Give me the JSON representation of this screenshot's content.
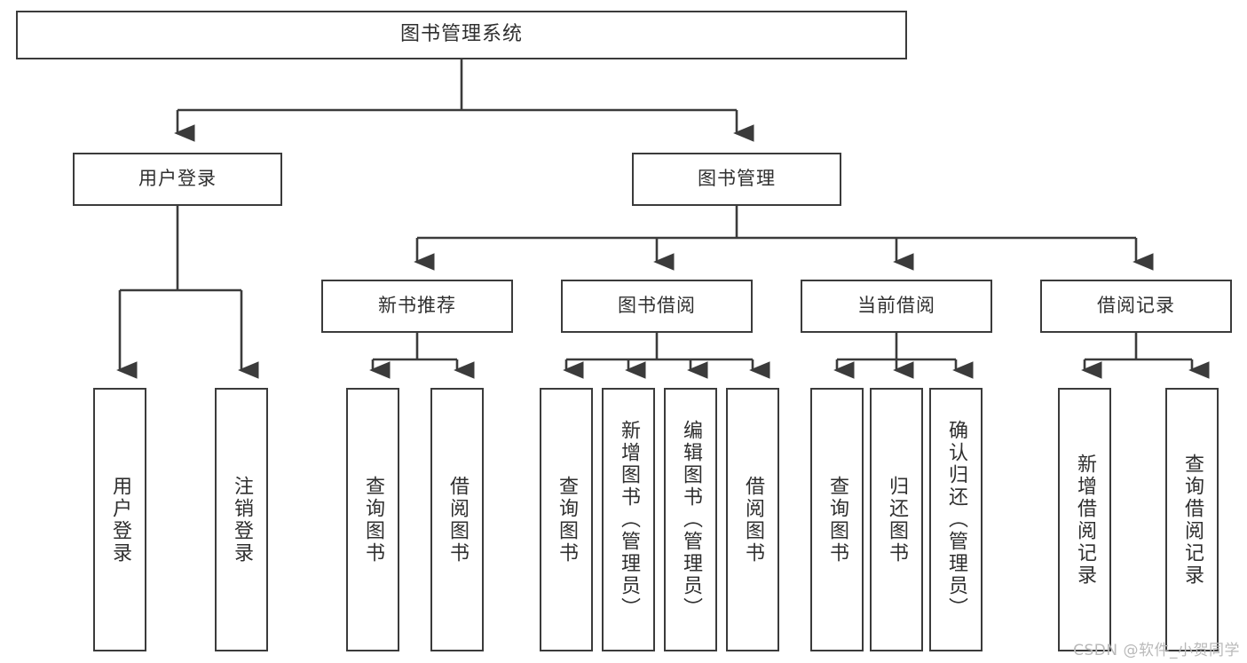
{
  "diagram": {
    "title": "图书管理系统",
    "type": "tree",
    "orientation": "top-down",
    "line_color": "#3b3b3b",
    "text_color": "#2f2f2f",
    "background": "#ffffff",
    "watermark": "CSDN @软件_小贺同学"
  },
  "nodes": {
    "root": {
      "label": "图书管理系统"
    },
    "level1": [
      {
        "id": "user-login",
        "label": "用户登录"
      },
      {
        "id": "book-manage",
        "label": "图书管理"
      }
    ],
    "level2": [
      {
        "id": "new-book-rec",
        "label": "新书推荐"
      },
      {
        "id": "book-borrow",
        "label": "图书借阅"
      },
      {
        "id": "current-borrow",
        "label": "当前借阅"
      },
      {
        "id": "borrow-record",
        "label": "借阅记录"
      }
    ],
    "leaves": {
      "user-login": [
        {
          "id": "leaf-user-login",
          "label": "用户登录"
        },
        {
          "id": "leaf-logout",
          "label": "注销登录"
        }
      ],
      "new-book-rec": [
        {
          "id": "leaf-query-book-1",
          "label": "查询图书"
        },
        {
          "id": "leaf-borrow-book-1",
          "label": "借阅图书"
        }
      ],
      "book-borrow": [
        {
          "id": "leaf-query-book-2",
          "label": "查询图书"
        },
        {
          "id": "leaf-add-book",
          "label": "新增图书（管理员）"
        },
        {
          "id": "leaf-edit-book",
          "label": "编辑图书（管理员）"
        },
        {
          "id": "leaf-borrow-book-2",
          "label": "借阅图书"
        }
      ],
      "current-borrow": [
        {
          "id": "leaf-query-book-3",
          "label": "查询图书"
        },
        {
          "id": "leaf-return-book",
          "label": "归还图书"
        },
        {
          "id": "leaf-confirm-return",
          "label": "确认归还（管理员）"
        }
      ],
      "borrow-record": [
        {
          "id": "leaf-add-record",
          "label": "新增借阅记录"
        },
        {
          "id": "leaf-query-record",
          "label": "查询借阅记录"
        }
      ]
    }
  }
}
